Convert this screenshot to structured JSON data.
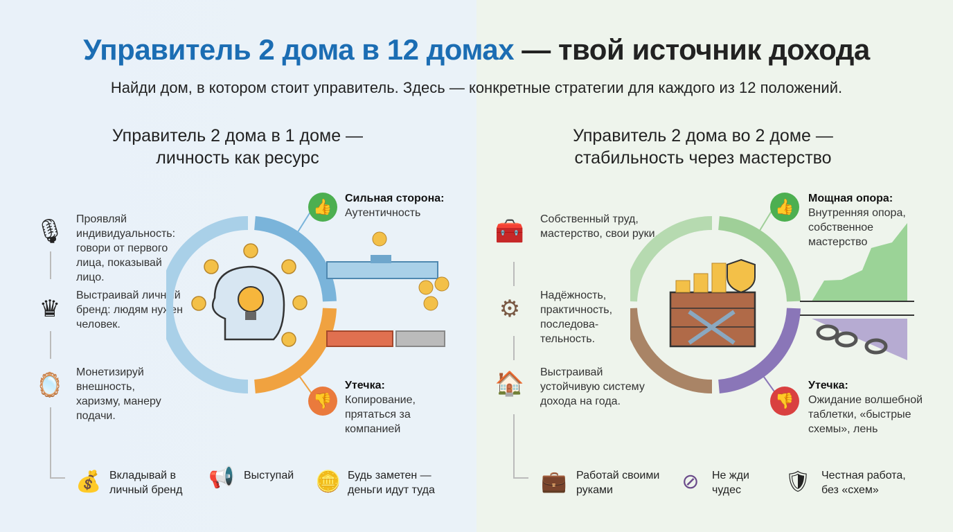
{
  "title": {
    "highlight": "Управитель 2 дома в 12 домах",
    "rest": " — твой источник дохода"
  },
  "subtitle": "Найди дом, в котором стоит управитель. Здесь — конкретные стратегии для каждого из 12 положений.",
  "left": {
    "heading1": "Управитель 2 дома в 1 доме —",
    "heading2": "личность как ресурс",
    "items": [
      {
        "icon": "microphone-icon",
        "text": "Проявляй индивидуальность: говори от первого лица, показывай лицо."
      },
      {
        "icon": "crown-monogram-icon",
        "text": "Выстраивай личный бренд: людям нужен человек."
      },
      {
        "icon": "mirror-icon",
        "text": "Монетизируй внешность, харизму, манеру подачи."
      }
    ],
    "strength": {
      "label": "Сильная сторона:",
      "text": "Аутентичность"
    },
    "leak": {
      "label": "Утечка:",
      "text": "Копирование, прятаться за компанией"
    },
    "bottom": [
      {
        "icon": "money-bag-icon",
        "text": "Вкладывай в личный бренд"
      },
      {
        "icon": "megaphone-icon",
        "text": "Выступай"
      },
      {
        "icon": "coins-icon",
        "text": "Будь заметен — деньги идут туда"
      }
    ],
    "colors": {
      "ring_light": "#a9d0e8",
      "ring_main": "#7ab4da",
      "ring_leak": "#f0a240"
    }
  },
  "right": {
    "heading1": "Управитель 2 дома во 2 доме —",
    "heading2": "стабильность через мастерство",
    "items": [
      {
        "icon": "toolbox-icon",
        "text": "Собственный труд, мастерство, свои руки."
      },
      {
        "icon": "gear-icon",
        "text": "Надёжность, практичность, последова-тельность."
      },
      {
        "icon": "house-icon",
        "text": "Выстраивай устойчивую систему дохода на года."
      }
    ],
    "strength": {
      "label": "Мощная опора:",
      "text": "Внутренняя опора, собственное мастерство"
    },
    "leak": {
      "label": "Утечка:",
      "text": "Ожидание волшебной таблетки, «быстрые схемы», лень"
    },
    "bottom": [
      {
        "icon": "briefcase-icon",
        "text": "Работай своими руками"
      },
      {
        "icon": "no-magic-icon",
        "text": "Не жди чудес"
      },
      {
        "icon": "shield-hand-icon",
        "text": "Честная работа, без «схем»"
      }
    ],
    "colors": {
      "ring_light": "#b6dab0",
      "ring_main": "#9fcf98",
      "ring_brown": "#a98466",
      "ring_leak": "#8a76b8"
    }
  }
}
